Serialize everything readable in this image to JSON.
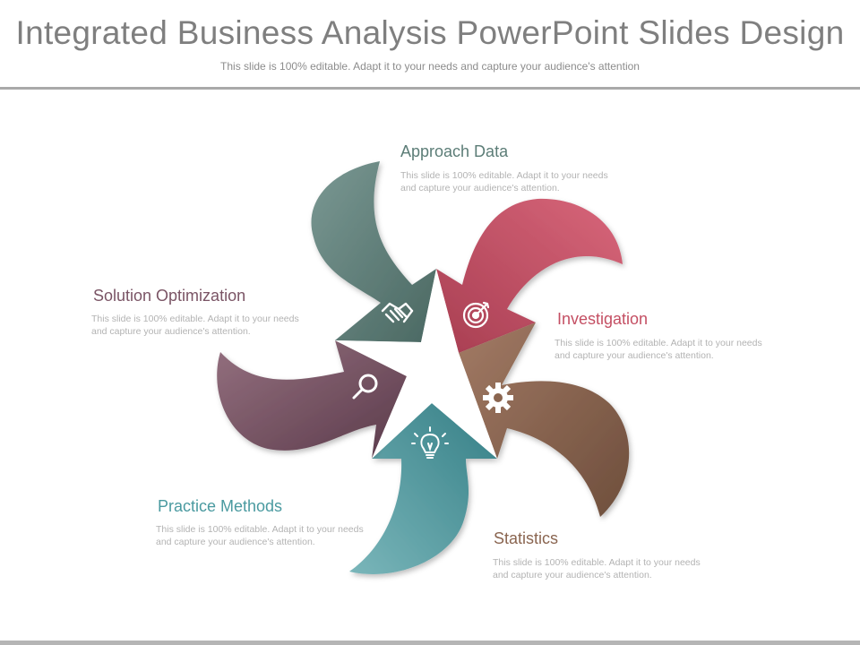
{
  "header": {
    "title": "Integrated Business Analysis PowerPoint Slides Design",
    "subtitle": "This slide is 100% editable. Adapt it to your needs and capture your audience's attention"
  },
  "colors": {
    "approach": "#5c7d77",
    "investigation": "#c44f63",
    "statistics": "#8a6550",
    "practice": "#4a9aa0",
    "solution": "#7a5465"
  },
  "items": [
    {
      "key": "approach",
      "label": "Approach Data",
      "icon": "handshake-icon",
      "desc": "This slide is 100% editable. Adapt it to your needs and capture your audience's attention."
    },
    {
      "key": "investigation",
      "label": "Investigation",
      "icon": "target-icon",
      "desc": "This slide is 100% editable. Adapt it to your needs and capture your audience's attention."
    },
    {
      "key": "statistics",
      "label": "Statistics",
      "icon": "gear-icon",
      "desc": "This slide is 100% editable. Adapt it to your needs and capture your audience's attention."
    },
    {
      "key": "practice",
      "label": "Practice Methods",
      "icon": "lightbulb-icon",
      "desc": "This slide is 100% editable. Adapt it to your needs and capture your audience's attention."
    },
    {
      "key": "solution",
      "label": "Solution Optimization",
      "icon": "magnifier-icon",
      "desc": "This slide is 100% editable. Adapt it to your needs and capture your audience's attention."
    }
  ]
}
